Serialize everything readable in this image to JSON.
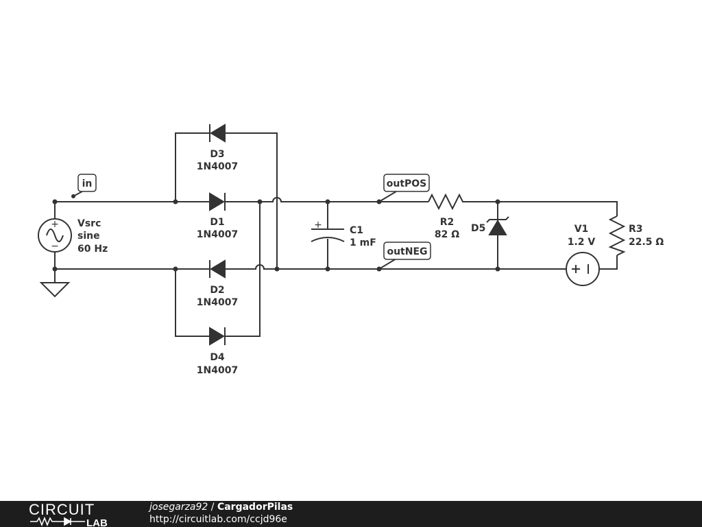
{
  "schematic": {
    "net_labels": {
      "in": "in",
      "outpos": "outPOS",
      "outneg": "outNEG"
    },
    "components": {
      "vsrc": {
        "name": "Vsrc",
        "type": "sine",
        "value": "60 Hz"
      },
      "d1": {
        "name": "D1",
        "part": "1N4007"
      },
      "d2": {
        "name": "D2",
        "part": "1N4007"
      },
      "d3": {
        "name": "D3",
        "part": "1N4007"
      },
      "d4": {
        "name": "D4",
        "part": "1N4007"
      },
      "c1": {
        "name": "C1",
        "value": "1 mF"
      },
      "r2": {
        "name": "R2",
        "value": "82 Ω"
      },
      "d5": {
        "name": "D5"
      },
      "v1": {
        "name": "V1",
        "value": "1.2 V"
      },
      "r3": {
        "name": "R3",
        "value": "22.5 Ω"
      }
    },
    "colors": {
      "ink": "#333333",
      "background": "#ffffff"
    }
  },
  "footer": {
    "logo_top": "CIRCUIT",
    "logo_bottom": "LAB",
    "user": "josegarza92",
    "separator": " / ",
    "title": "CargadorPilas",
    "url": "http://circuitlab.com/ccjd96e",
    "background": "#1d1d1d"
  }
}
